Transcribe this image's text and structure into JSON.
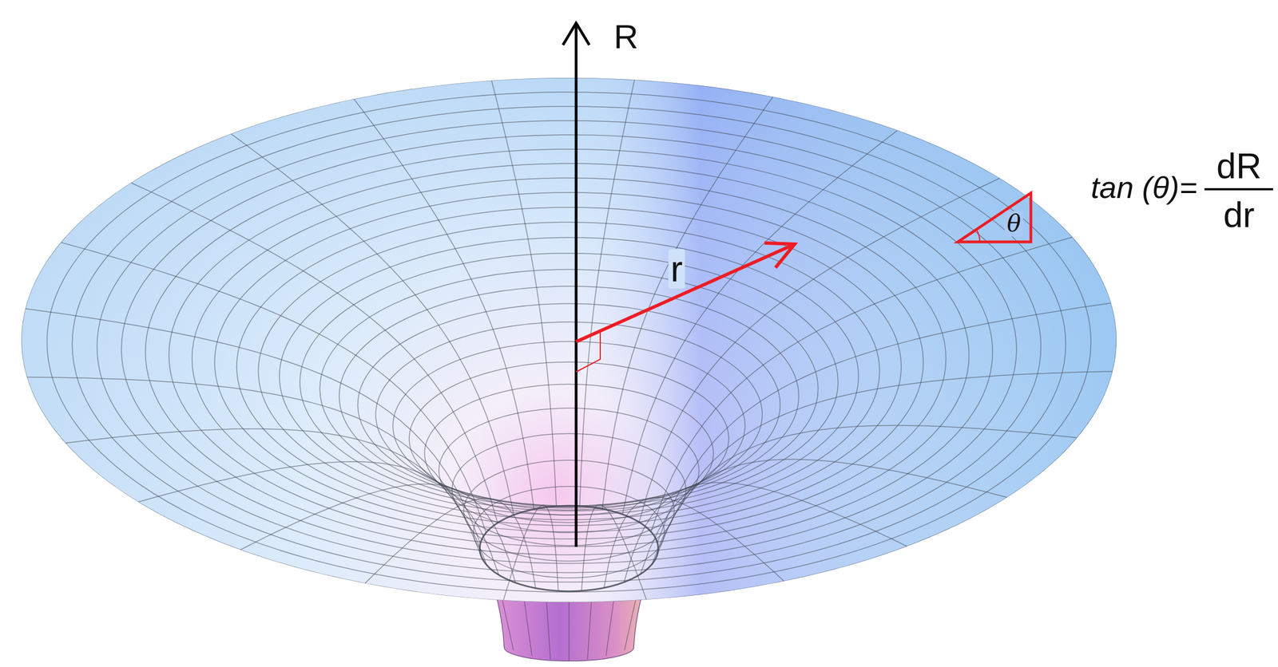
{
  "diagram": {
    "labels": [
      "R",
      "r",
      "θ",
      "tan (θ)=",
      "dR",
      "dr"
    ]
  }
}
